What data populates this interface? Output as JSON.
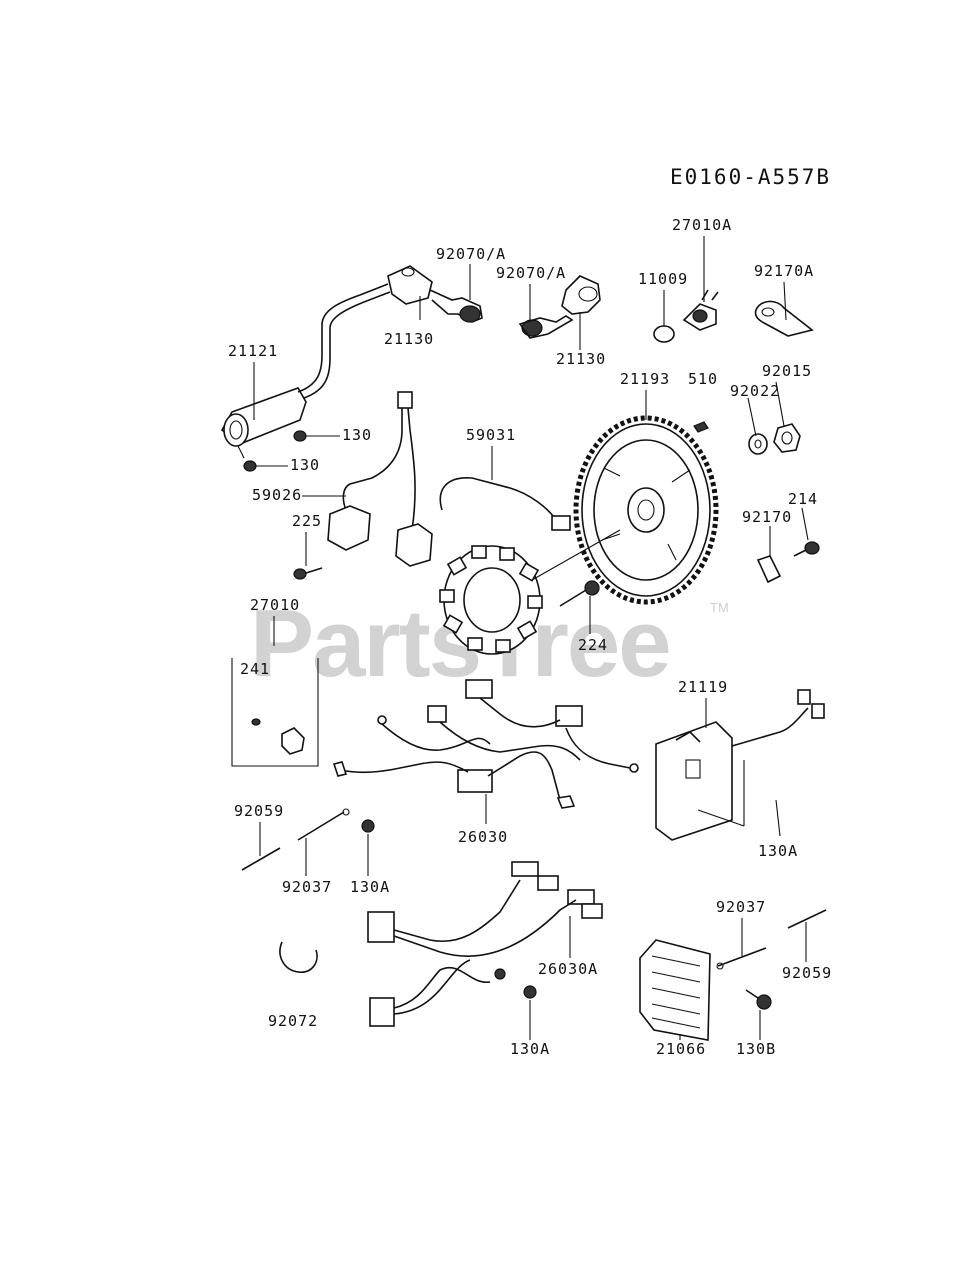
{
  "diagram_code": "E0160-A557B",
  "watermark": "PartsTree",
  "watermark_mark": "TM",
  "labels": {
    "p92070A_1": "92070/A",
    "p92070A_2": "92070/A",
    "p21130_1": "21130",
    "p21130_2": "21130",
    "p27010A": "27010A",
    "p11009": "11009",
    "p92170A": "92170A",
    "p21121": "21121",
    "p130_1": "130",
    "p130_2": "130",
    "p21193": "21193",
    "p510": "510",
    "p92022": "92022",
    "p92015": "92015",
    "p59031": "59031",
    "p59026": "59026",
    "p225": "225",
    "p214": "214",
    "p92170": "92170",
    "p224": "224",
    "p27010": "27010",
    "p241": "241",
    "p21119": "21119",
    "p26030": "26030",
    "p130A_1": "130A",
    "p92059_1": "92059",
    "p92037_1": "92037",
    "p130A_2": "130A",
    "p92037_2": "92037",
    "p26030A": "26030A",
    "p92059_2": "92059",
    "p92072": "92072",
    "p130A_3": "130A",
    "p21066": "21066",
    "p130B": "130B"
  }
}
